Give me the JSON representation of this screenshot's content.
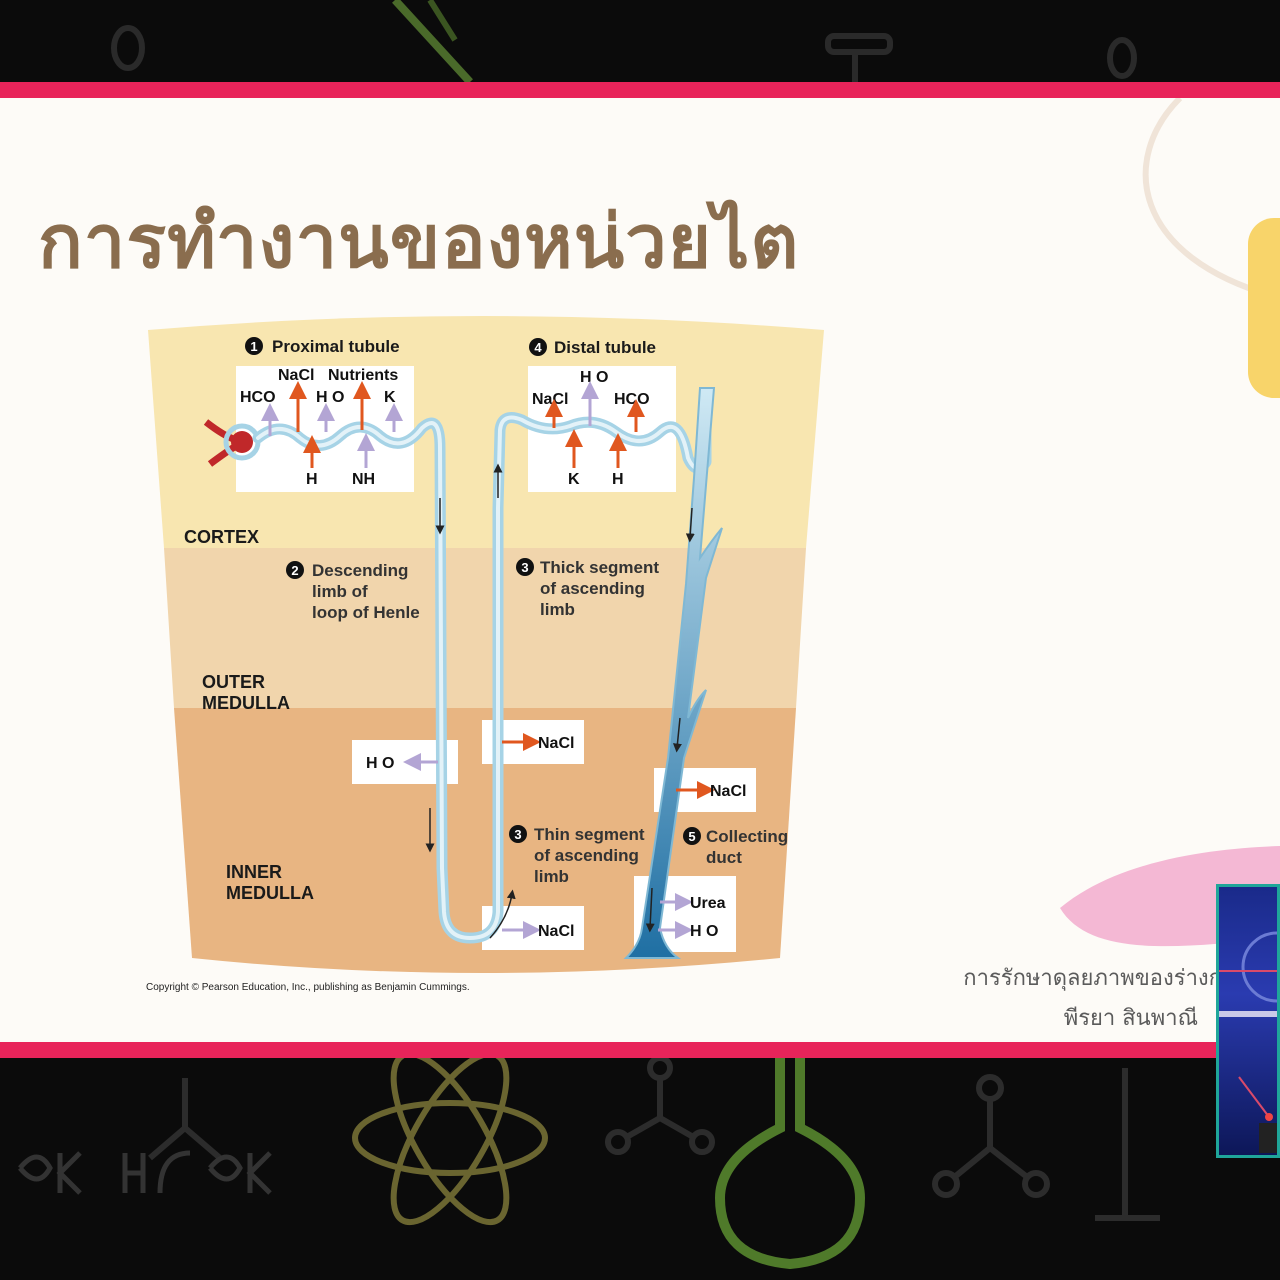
{
  "slide": {
    "title": "การทำงานของหน่วยไต",
    "subtitle_line1": "การรักษาดุลยภาพของร่างก",
    "subtitle_line2": "พีรยา สินพาณี"
  },
  "diagram": {
    "zones": [
      "CORTEX",
      "OUTER",
      "MEDULLA",
      "INNER",
      "MEDULLA"
    ],
    "labels": {
      "proximal": "Proximal tubule",
      "distal": "Distal tubule",
      "descending1": "Descending",
      "descending2": "limb of",
      "descending3": "loop of Henle",
      "thick1": "Thick segment",
      "thick2": "of ascending",
      "thick3": "limb",
      "thin1": "Thin segment",
      "thin2": "of ascending",
      "thin3": "limb",
      "collecting1": "Collecting",
      "collecting2": "duct"
    },
    "numbers": [
      "1",
      "2",
      "3",
      "4",
      "5"
    ],
    "substances": {
      "nacl": "NaCl",
      "nutrients": "Nutrients",
      "hco3": "HCO",
      "h2o": "H O",
      "k": "K",
      "h": "H",
      "nh3": "NH",
      "urea": "Urea"
    },
    "copyright": "Copyright © Pearson Education, Inc., publishing as Benjamin Cummings."
  },
  "colors": {
    "accent_bar": "#e8245a",
    "title": "#8a6d4e",
    "cortex": "#f8e6b0",
    "outer_medulla": "#f1d5ac",
    "inner_medulla": "#e8b582",
    "tubule": "#a6d3e6",
    "duct": "#2f7fb0",
    "active_arrow": "#e0571f",
    "passive_arrow": "#b3a5d4"
  }
}
